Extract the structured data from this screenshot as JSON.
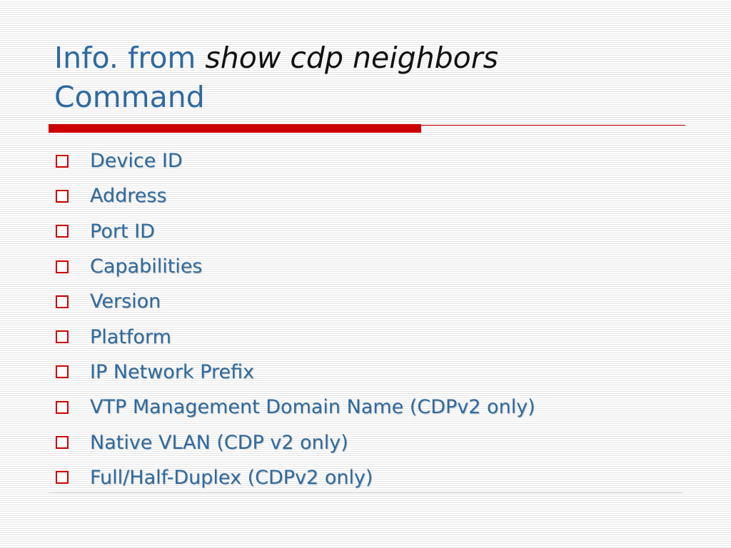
{
  "slide": {
    "title": {
      "prefix": "Info. from ",
      "command": "show cdp neighbors",
      "suffix": "Command"
    },
    "colors": {
      "title": "#2e6a9e",
      "command": "#111111",
      "accent": "#cc0000",
      "text": "#2e6a9e"
    },
    "bullet_icon": "hollow-square-bullet-icon",
    "bullets": [
      "Device ID",
      "Address",
      "Port ID",
      "Capabilities",
      "Version",
      "Platform",
      "IP Network Prefix",
      "VTP Management Domain Name (CDPv2 only)",
      "Native VLAN (CDP v2 only)",
      "Full/Half-Duplex (CDPv2 only)"
    ]
  }
}
